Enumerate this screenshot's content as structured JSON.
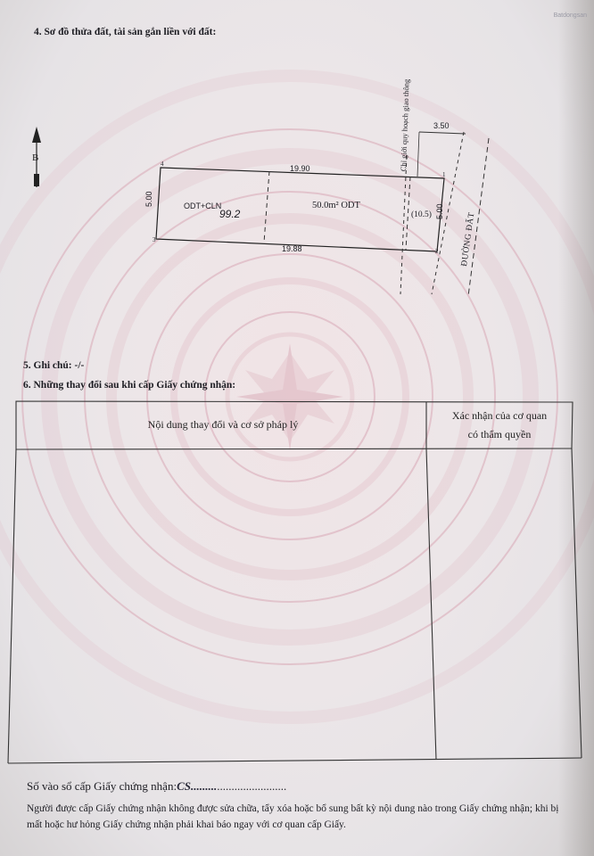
{
  "section4": {
    "heading": "4. Sơ đồ thửa đất, tài sản gắn liền với đất:"
  },
  "plot": {
    "north_letter": "B",
    "corner_labels": [
      "1",
      "2",
      "3",
      "4"
    ],
    "dim_top": "19.90",
    "dim_bottom": "19.88",
    "dim_left": "5.00",
    "dim_right": "5.00",
    "dim_road": "3.50",
    "land_code_left": "ODT+CLN",
    "land_code_note": "99.2",
    "area_main": "50.0m² ODT",
    "area_side": "(10.5)",
    "planning_line_label": "Chỉ giới quy hoạch giao thông",
    "road_label": "ĐƯỜNG ĐẤT"
  },
  "section5": {
    "text": "5. Ghi chú: -/-"
  },
  "section6": {
    "heading": "6. Những thay đổi sau khi cấp Giấy chứng nhận:",
    "col1_header": "Nội dung thay đổi và cơ sở pháp lý",
    "col2_header_line1": "Xác nhận của cơ quan",
    "col2_header_line2": "có thẩm quyền"
  },
  "footer": {
    "register_label": "Số vào sổ cấp Giấy chứng nhận:",
    "register_value": "CS.........",
    "notice": "Người được cấp Giấy chứng nhận không được sửa chữa, tẩy xóa hoặc bổ sung bất kỳ nội dung nào trong Giấy chứng nhận; khi bị mất hoặc hư hỏng Giấy chứng nhận phải khai báo ngay với cơ quan cấp Giấy."
  },
  "watermark": "Batdongsan"
}
